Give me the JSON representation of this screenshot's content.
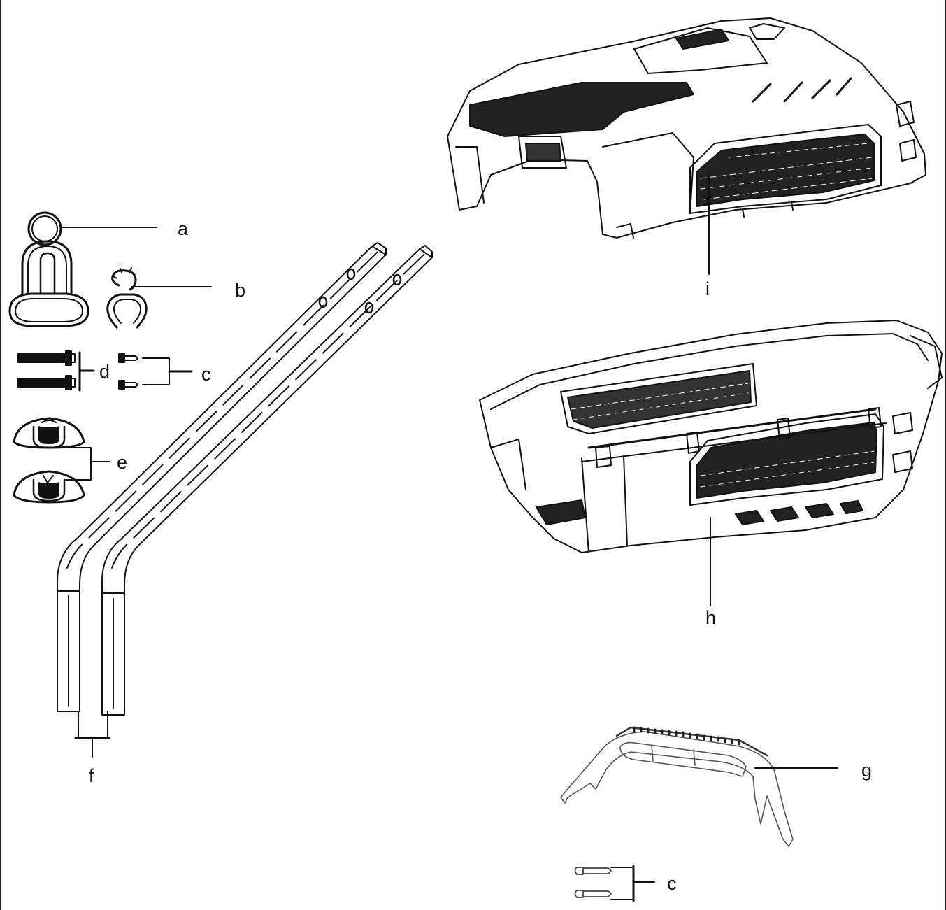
{
  "labels": {
    "a": "a",
    "b": "b",
    "c": "c",
    "d": "d",
    "e": "e",
    "f": "f",
    "g": "g",
    "h": "h",
    "i": "i",
    "c2": "c"
  },
  "colors": {
    "ink": "#111111",
    "paper": "#ffffff"
  }
}
